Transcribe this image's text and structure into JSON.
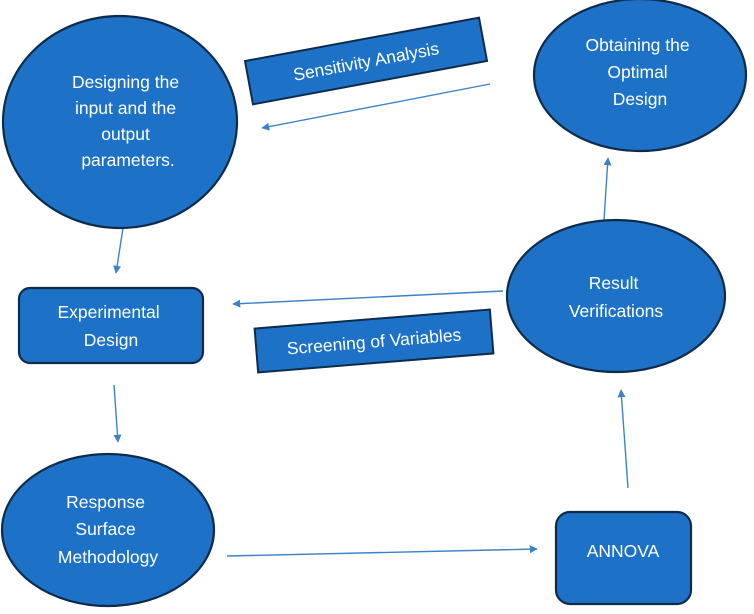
{
  "colors": {
    "node_fill": "#1d72c8",
    "node_border": "#0e2b4a",
    "arrow": "#3d82c9",
    "text": "#ffffff"
  },
  "nodes": {
    "designing": {
      "lines": [
        "Designing the",
        "input and the",
        "output",
        "parameters."
      ]
    },
    "obtaining": {
      "lines": [
        "Obtaining the",
        "Optimal",
        "Design"
      ]
    },
    "experimental": {
      "lines": [
        "Experimental",
        "Design"
      ]
    },
    "verifications": {
      "lines": [
        "Result",
        "Verifications"
      ]
    },
    "response": {
      "lines": [
        "Response",
        "Surface",
        "Methodology"
      ]
    },
    "annova": {
      "lines": [
        "ANNOVA"
      ]
    }
  },
  "labels": {
    "sensitivity": "Sensitivity Analysis",
    "screening": "Screening of Variables"
  }
}
